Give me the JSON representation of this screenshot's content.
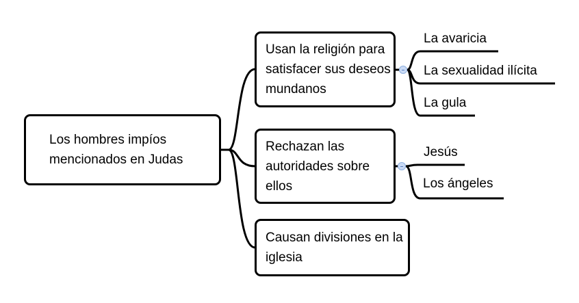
{
  "root": {
    "label": "Los hombres impíos mencionados en Judas"
  },
  "branches": [
    {
      "label": "Usan la religión para satisfacer sus deseos mundanos",
      "children": [
        "La avaricia",
        "La sexualidad ilícita",
        "La gula"
      ]
    },
    {
      "label": "Rechazan las autoridades sobre ellos",
      "children": [
        "Jesús",
        "Los ángeles"
      ]
    },
    {
      "label": "Causan divisiones en la iglesia",
      "children": []
    }
  ]
}
